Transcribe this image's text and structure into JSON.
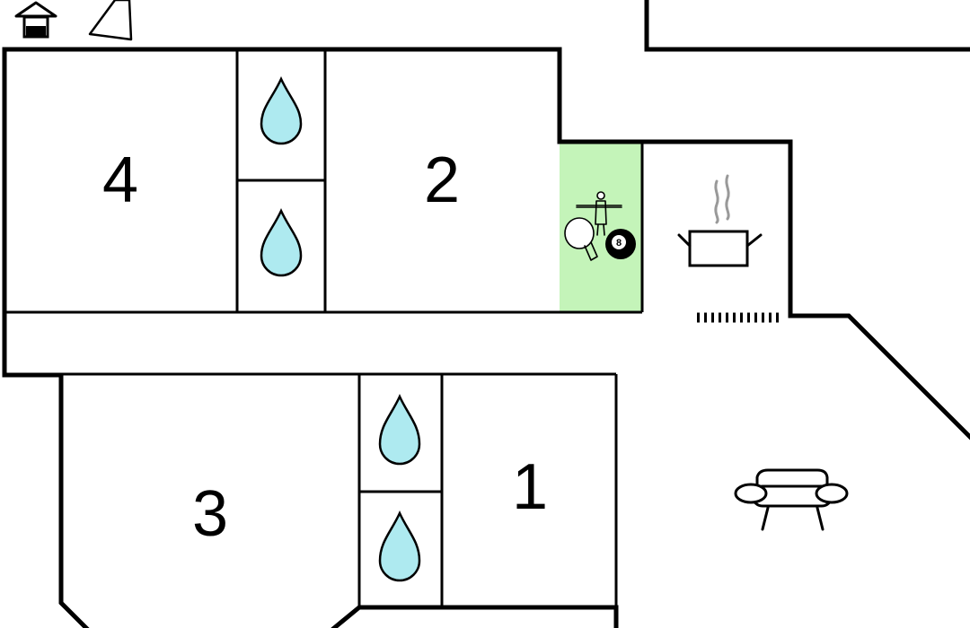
{
  "rooms": [
    {
      "id": "room-4",
      "label": "4",
      "kind": "bedroom"
    },
    {
      "id": "room-2",
      "label": "2",
      "kind": "bedroom"
    },
    {
      "id": "room-3",
      "label": "3",
      "kind": "bedroom"
    },
    {
      "id": "room-1",
      "label": "1",
      "kind": "bedroom"
    }
  ],
  "bathrooms": {
    "count": 4,
    "icon": "water-drop-icon",
    "fill_color": "#aeeaf0"
  },
  "game_room": {
    "fill_color": "#c4f4b9",
    "icons": [
      "table-football-icon",
      "ping-pong-paddle-icon",
      "billiard-ball-icon"
    ],
    "ball_number": "8"
  },
  "kitchen": {
    "icon": "cooking-pot-icon"
  },
  "living_room": {
    "icon": "sofa-icon"
  },
  "legend_icons": [
    "house-icon",
    "tent-icon"
  ],
  "colors": {
    "wall": "#000000",
    "background": "#ffffff"
  }
}
